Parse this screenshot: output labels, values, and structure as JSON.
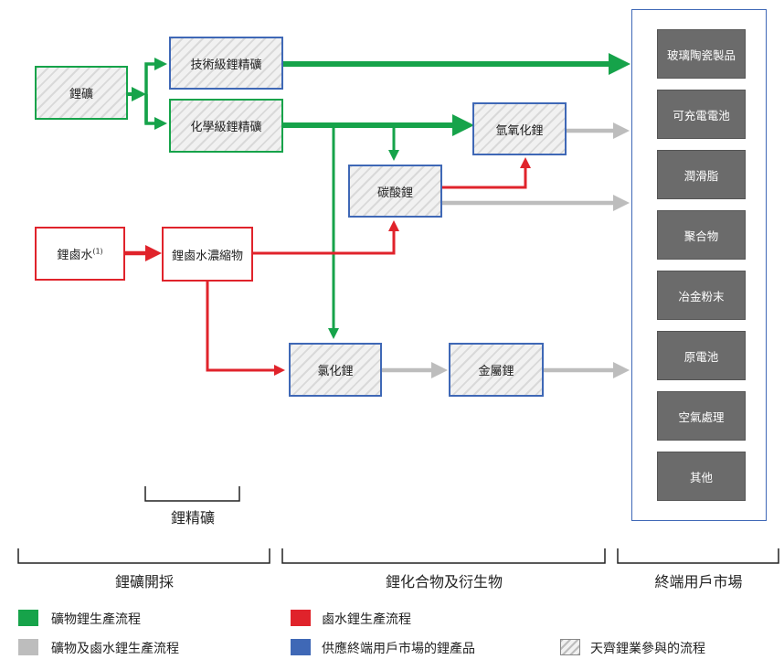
{
  "nodes": {
    "ore": "鋰礦",
    "tech": "技術級鋰精礦",
    "chem": "化學級鋰精礦",
    "brine": "鋰鹵水",
    "brine_sup": "(1)",
    "brine_conc": "鋰鹵水濃縮物",
    "carbonate": "碳酸鋰",
    "hydroxide": "氫氧化鋰",
    "chloride": "氯化鋰",
    "metal": "金屬鋰"
  },
  "markets": [
    "玻璃陶瓷製品",
    "可充電電池",
    "潤滑脂",
    "聚合物",
    "冶金粉末",
    "原電池",
    "空氣處理",
    "其他"
  ],
  "brackets": {
    "concentrate": "鋰精礦",
    "mining": "鋰礦開採",
    "compounds": "鋰化合物及衍生物",
    "market": "終端用戶市場"
  },
  "legend": {
    "green": "礦物鋰生產流程",
    "red": "鹵水鋰生產流程",
    "gray": "礦物及鹵水鋰生產流程",
    "blue": "供應終端用戶市場的鋰產品",
    "hatch": "天齊鋰業參與的流程"
  },
  "colors": {
    "green": "#16a34a",
    "red": "#e0232b",
    "gray": "#bdbdbd",
    "blue": "#3f68b6",
    "market_box": "#6b6b6b"
  }
}
